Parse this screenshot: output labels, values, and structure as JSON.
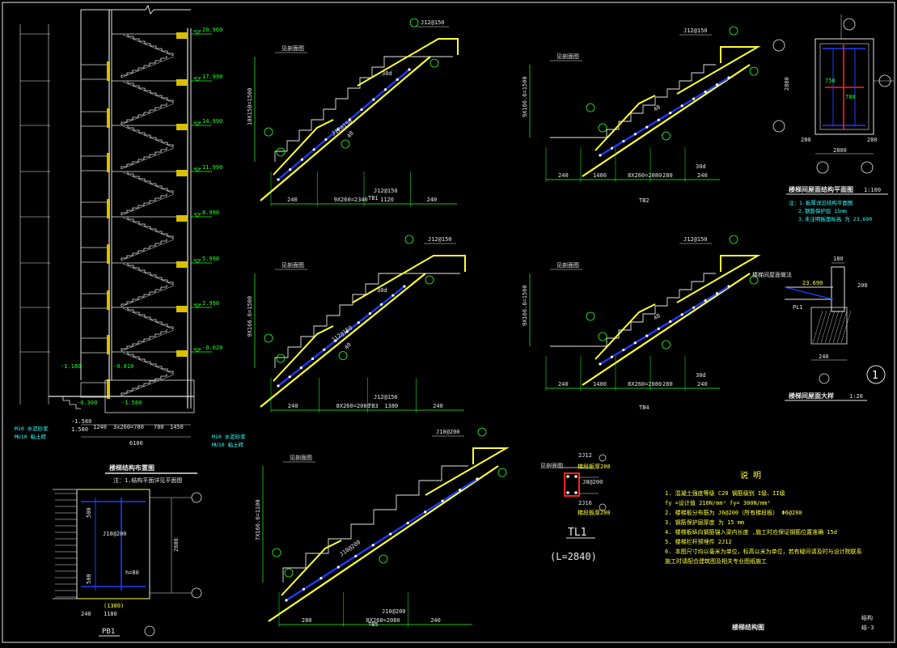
{
  "sheet": {
    "main_title": "楼梯结构图",
    "sheet_no_top": "结构",
    "sheet_no": "结-3",
    "colors": {
      "background": "#000000",
      "yellow": "#ffff33",
      "blue": "#1e3cff",
      "green": "#22ff22",
      "cyan": "#33ffff",
      "red": "#ff2020",
      "white": "#e6e6e6"
    }
  },
  "section": {
    "title": "楼梯结构布置图",
    "note": "注：1.结构平面详见平面图",
    "elevations": [
      "20.960",
      "17.990",
      "14.990",
      "11.990",
      "8.990",
      "5.990",
      "2.990",
      "-0.020",
      "-1.180",
      "-0.010",
      "-0.300",
      "-1.580"
    ],
    "bottom_dims": [
      "-1.580",
      "1.580",
      "1240",
      "3x260=780",
      "780",
      "1450"
    ],
    "total_dim": "6100",
    "left_note_1": "M10 水泥砂浆",
    "left_note_2": "MU10 粘土砖",
    "right_note_1": "M10 水泥砂浆",
    "right_note_2": "MU10 粘土砖"
  },
  "tb1": {
    "name": "TB1",
    "labels": [
      "J12@150",
      "J12@150",
      "J12@150",
      "30d",
      "40"
    ],
    "dims": [
      "240",
      "9X260=2340",
      "1120",
      "240"
    ],
    "height": "10X150=1500",
    "detail": "见剖面图"
  },
  "tb2": {
    "name": "TB2",
    "labels": [
      "J12@150",
      "40",
      "30d"
    ],
    "dims": [
      "240",
      "1400",
      "8X260=2080",
      "280",
      "240"
    ],
    "height": "9X166.6=1500",
    "detail": "见剖面图"
  },
  "tb3": {
    "name": "TB3",
    "labels": [
      "J12@150",
      "J12@150",
      "J12@150",
      "30d",
      "40"
    ],
    "dims": [
      "240",
      "8X260=2080",
      "1380",
      "240"
    ],
    "height": "9X166.6=1500",
    "detail": "见剖面图"
  },
  "tb4": {
    "name": "TB4",
    "labels": [
      "J12@150",
      "40",
      "30d"
    ],
    "dims": [
      "240",
      "1400",
      "8X260=2080",
      "280",
      "240"
    ],
    "height": "9X166.6=1500",
    "detail": "见剖面图"
  },
  "tb5": {
    "name": "TB5",
    "labels": [
      "J10@200",
      "J10@200",
      "J10@200"
    ],
    "dims": [
      "280",
      "8X260=2080",
      "240"
    ],
    "height": "7X166.6=1100",
    "detail": "见剖面图"
  },
  "tl1": {
    "name": "TL1",
    "length": "(L=2840)",
    "labels": [
      "2J12",
      "2J16",
      "J8@200",
      "梯段板厚200",
      "梯段板厚200",
      "见剖面图"
    ]
  },
  "pb1": {
    "name": "PB1",
    "labels": [
      "J10@200",
      "h=80",
      "(1380)",
      "1180",
      "240",
      "2600",
      "500",
      "500"
    ]
  },
  "roof_plan": {
    "title": "楼梯间屋面结构平面图",
    "scale": "1:100",
    "notes": [
      "注：1.板厚详见结构平面图",
      "2.钢筋保护层 15mm",
      "3.未注明板面标高 为 23.690"
    ],
    "dims": [
      "2800",
      "2880",
      "280",
      "280",
      "750",
      "780"
    ]
  },
  "roof_detail": {
    "title": "楼梯间屋面大样",
    "scale": "1:20",
    "elev": "23.690",
    "labels": [
      "180",
      "240",
      "200",
      "楼梯间屋面做法",
      "PL1"
    ],
    "marker": "1"
  },
  "notes": {
    "title": "说    明",
    "lines": [
      "1. 混凝土强度等级   C20  钢筋级别   I级、II级",
      "   fy =设计值  210N/mm²   fy= 300N/mm²",
      "2. 楼梯板分布筋为        J6@200（所有梯段板）  Φ6@200",
      "3. 钢筋保护层厚度        为 15 mm",
      "4. 楼梯板纵向钢筋锚入梁内长度             ,施工时应保证钢筋位置准确  15d",
      "5. 楼梯栏杆预埋件     2J12",
      "6. 本图尺寸均以毫米为单位，标高以米为单位，若有疑问请及时与设计院联系",
      "   施工时请配合建筑图及相关专业图纸施工"
    ]
  }
}
